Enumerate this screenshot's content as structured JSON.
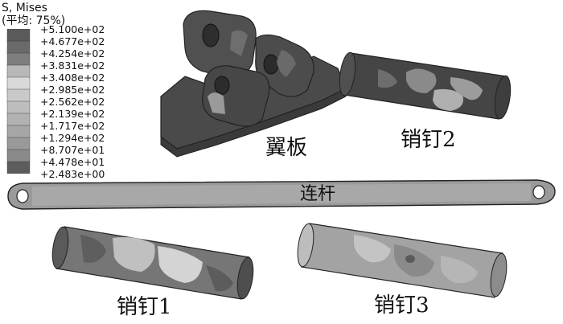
{
  "legend": {
    "title_line1": "S, Mises",
    "title_line2": "(平均: 75%)",
    "levels": [
      {
        "value": "+5.100e+02",
        "color": "#5a5a5a"
      },
      {
        "value": "+4.677e+02",
        "color": "#6a6a6a"
      },
      {
        "value": "+4.254e+02",
        "color": "#7e7e7e"
      },
      {
        "value": "+3.831e+02",
        "color": "#b8b8b8"
      },
      {
        "value": "+3.408e+02",
        "color": "#d9d9d9"
      },
      {
        "value": "+2.985e+02",
        "color": "#c9c9c9"
      },
      {
        "value": "+2.562e+02",
        "color": "#bdbdbd"
      },
      {
        "value": "+2.139e+02",
        "color": "#b2b2b2"
      },
      {
        "value": "+1.717e+02",
        "color": "#a6a6a6"
      },
      {
        "value": "+1.294e+02",
        "color": "#999999"
      },
      {
        "value": "+8.707e+01",
        "color": "#8a8a8a"
      },
      {
        "value": "+4.478e+01",
        "color": "#5c5c5c"
      },
      {
        "value": "+2.483e+00",
        "color": "#3f3f3f"
      }
    ]
  },
  "parts": {
    "wing_plate": "翼板",
    "pin2": "销钉2",
    "link_rod": "连杆",
    "pin1": "销钉1",
    "pin3": "销钉3"
  }
}
